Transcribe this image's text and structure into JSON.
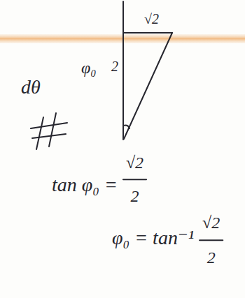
{
  "diagram": {
    "labels": [
      "√2",
      "2",
      "φ₀",
      "dθ",
      "tan φ₀ =",
      "√2",
      "2",
      "φ₀ = tan⁻¹",
      "√2",
      "2"
    ]
  }
}
